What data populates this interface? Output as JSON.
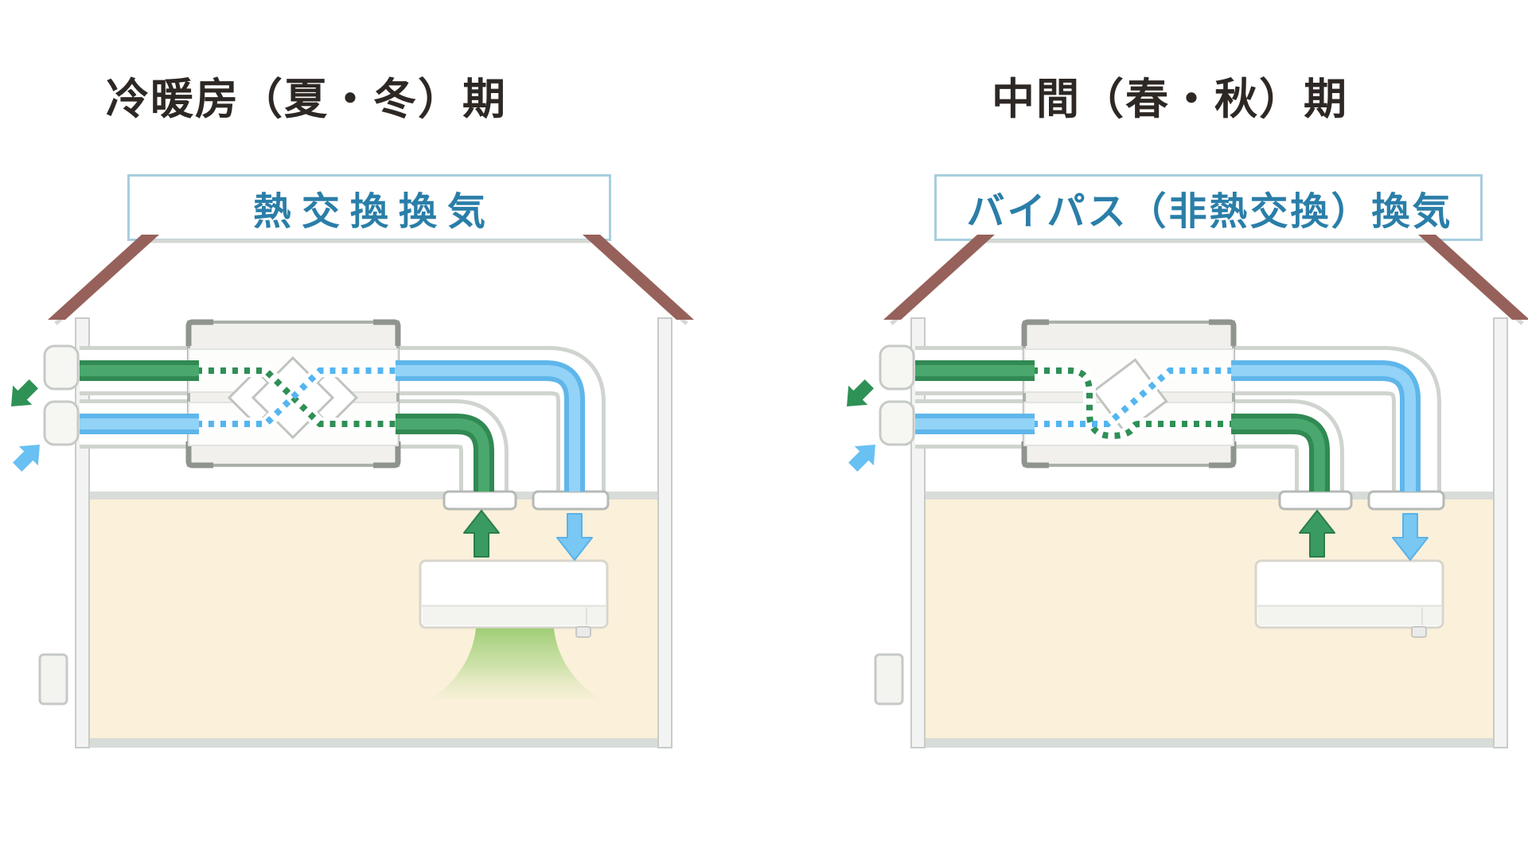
{
  "panels": [
    {
      "title": "冷暖房（夏・冬）期",
      "mode_label": "熱交換換気",
      "mode": "heat-exchange-ventilation",
      "air_conditioner_active": true
    },
    {
      "title": "中間（春・秋）期",
      "mode_label": "バイパス（非熱交換）換気",
      "mode": "bypass-non-heat-exchange-ventilation",
      "air_conditioner_active": false
    }
  ],
  "colors": {
    "exhaust_green": "#3a9a60",
    "fresh_air_blue": "#7ac7f3",
    "dotted_green": "#2f8f55",
    "dotted_blue": "#54b5f0",
    "label_text_blue": "#2a7ea8",
    "label_border_blue": "#a7cede",
    "roof_brown": "#96615a",
    "room_beige": "#fbf0da",
    "structure_gray": "#c7ccc8",
    "title_text": "#2e2825",
    "airflow_glow_green": "#9acb70"
  }
}
